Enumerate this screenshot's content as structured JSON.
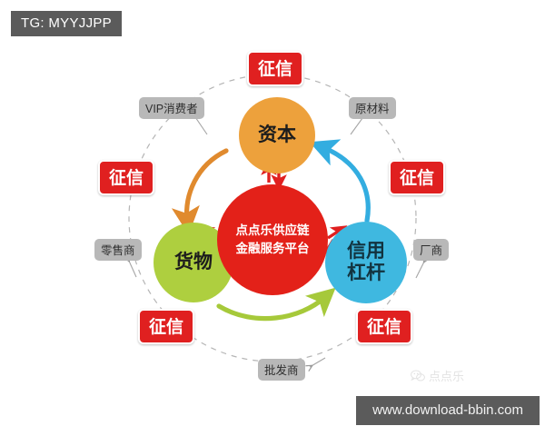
{
  "overlay": {
    "tg_tag": "TG: MYYJJPP",
    "url_bar": "www.download-bbin.com"
  },
  "watermark": {
    "icon": "wechat-icon",
    "label": "点点乐"
  },
  "diagram": {
    "title": "点点乐供应链金融服务平台",
    "center": {
      "name": "platform-node",
      "line1": "点点乐供应链",
      "line2": "金融服务平台",
      "color": "#e32119"
    },
    "nodes": [
      {
        "name": "capital-node",
        "label": "资本",
        "color": "#eda13c"
      },
      {
        "name": "goods-node",
        "label": "货物",
        "color": "#aecf3f"
      },
      {
        "name": "credit-node-line1",
        "label": "信用",
        "color": "#3fb8e0"
      },
      {
        "name": "credit-node-line2",
        "label": "杠杆",
        "color": "#3fb8e0"
      }
    ],
    "badges": [
      {
        "position": "top",
        "label": "征信"
      },
      {
        "position": "left",
        "label": "征信"
      },
      {
        "position": "right",
        "label": "征信"
      },
      {
        "position": "bottom-left",
        "label": "征信"
      },
      {
        "position": "bottom-right",
        "label": "征信"
      }
    ],
    "badge_color": "#e02020",
    "chips": [
      {
        "position": "upper-left",
        "label": "VIP消费者"
      },
      {
        "position": "upper-right",
        "label": "原材料"
      },
      {
        "position": "left",
        "label": "零售商"
      },
      {
        "position": "right",
        "label": "厂商"
      },
      {
        "position": "bottom",
        "label": "批发商"
      }
    ],
    "chip_color": "#b8b8b8",
    "flows": [
      {
        "name": "capital-to-goods-arrow",
        "from": "资本",
        "to": "货物",
        "color": "#e08a2e"
      },
      {
        "name": "goods-to-credit-arrow",
        "from": "货物",
        "to": "信用杠杆",
        "color": "#a6c93a"
      },
      {
        "name": "credit-to-capital-arrow",
        "from": "信用杠杆",
        "to": "资本",
        "color": "#33ade0"
      },
      {
        "name": "platform-capital-exchange-arrow",
        "from": "点点乐供应链金融服务平台",
        "to": "资本",
        "color": "#e02020"
      },
      {
        "name": "platform-goods-exchange-arrow",
        "from": "点点乐供应链金融服务平台",
        "to": "货物",
        "color": "#e02020"
      },
      {
        "name": "platform-credit-exchange-arrow",
        "from": "点点乐供应链金融服务平台",
        "to": "信用杠杆",
        "color": "#e02020"
      }
    ],
    "outer_ring": {
      "name": "ecosystem-dashed-ring",
      "style": "dashed",
      "color": "#b5b5b5"
    }
  }
}
